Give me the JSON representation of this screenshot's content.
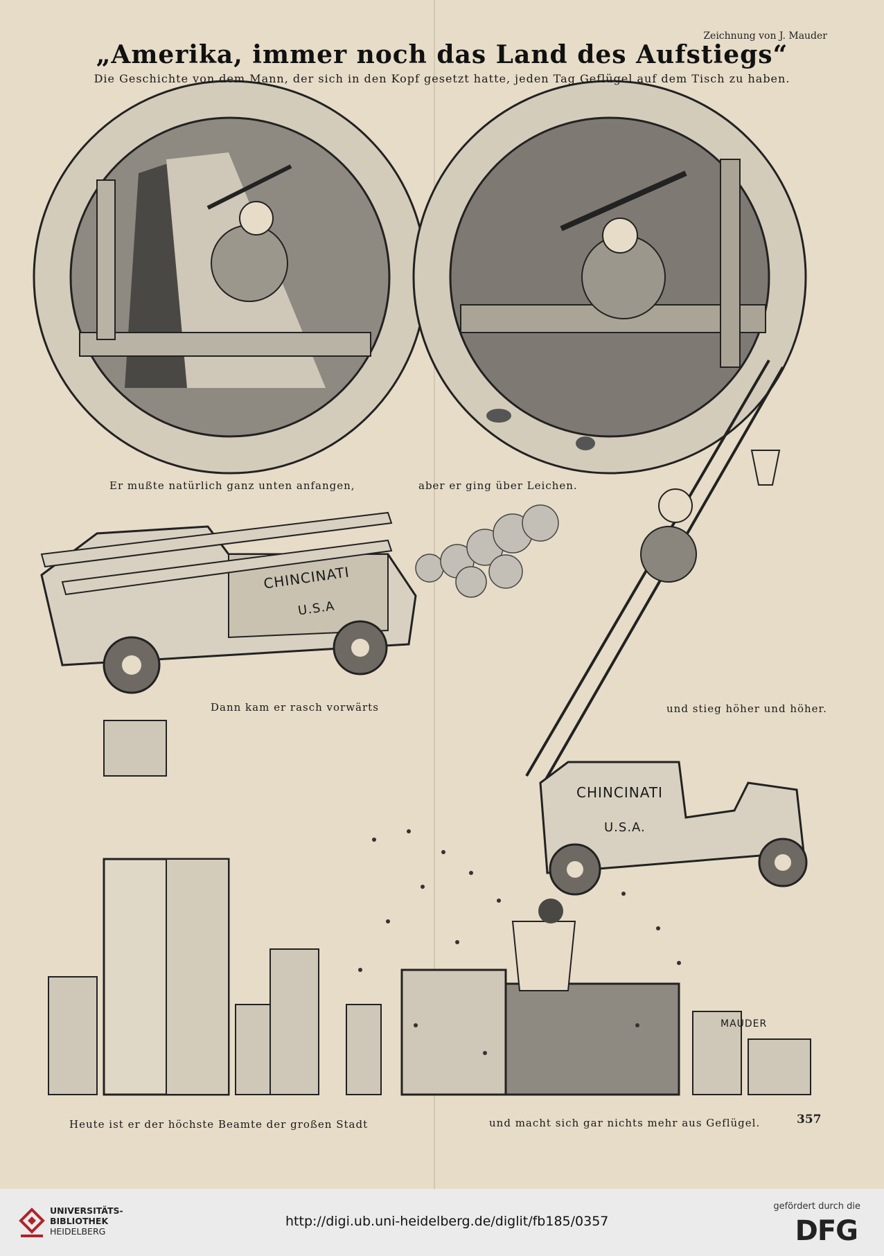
{
  "page": {
    "credit": "Zeichnung von J. Mauder",
    "title": "„Amerika, immer noch das Land des Aufstiegs“",
    "subtitle": "Die Geschichte von dem Mann, der sich in den Kopf gesetzt hatte, jeden Tag Geflügel auf dem Tisch zu haben.",
    "page_number": "357"
  },
  "captions": [
    "Er mußte natürlich ganz unten anfangen,",
    "aber er ging über Leichen.",
    "Dann kam er rasch vorwärts",
    "und stieg höher und höher.",
    "Heute ist er der höchste Beamte der großen Stadt",
    "und macht sich gar nichts mehr aus Geflügel."
  ],
  "illustration_text": {
    "truck_label_1": "CHINCINATI",
    "truck_sub_1": "U.S.A",
    "truck_label_2": "CHINCINATI",
    "truck_sub_2": "U.S.A.",
    "signature": "MAUDER"
  },
  "footer": {
    "library_line1": "UNIVERSITÄTS-",
    "library_line2": "BIBLIOTHEK",
    "library_line3": "HEIDELBERG",
    "url": "http://digi.ub.uni-heidelberg.de/diglit/fb185/0357",
    "funded_by": "gefördert durch die",
    "funder": "DFG"
  },
  "colors": {
    "paper": "#e6dcc8",
    "ink": "#1a1a1a",
    "logo_red": "#b0232a"
  }
}
